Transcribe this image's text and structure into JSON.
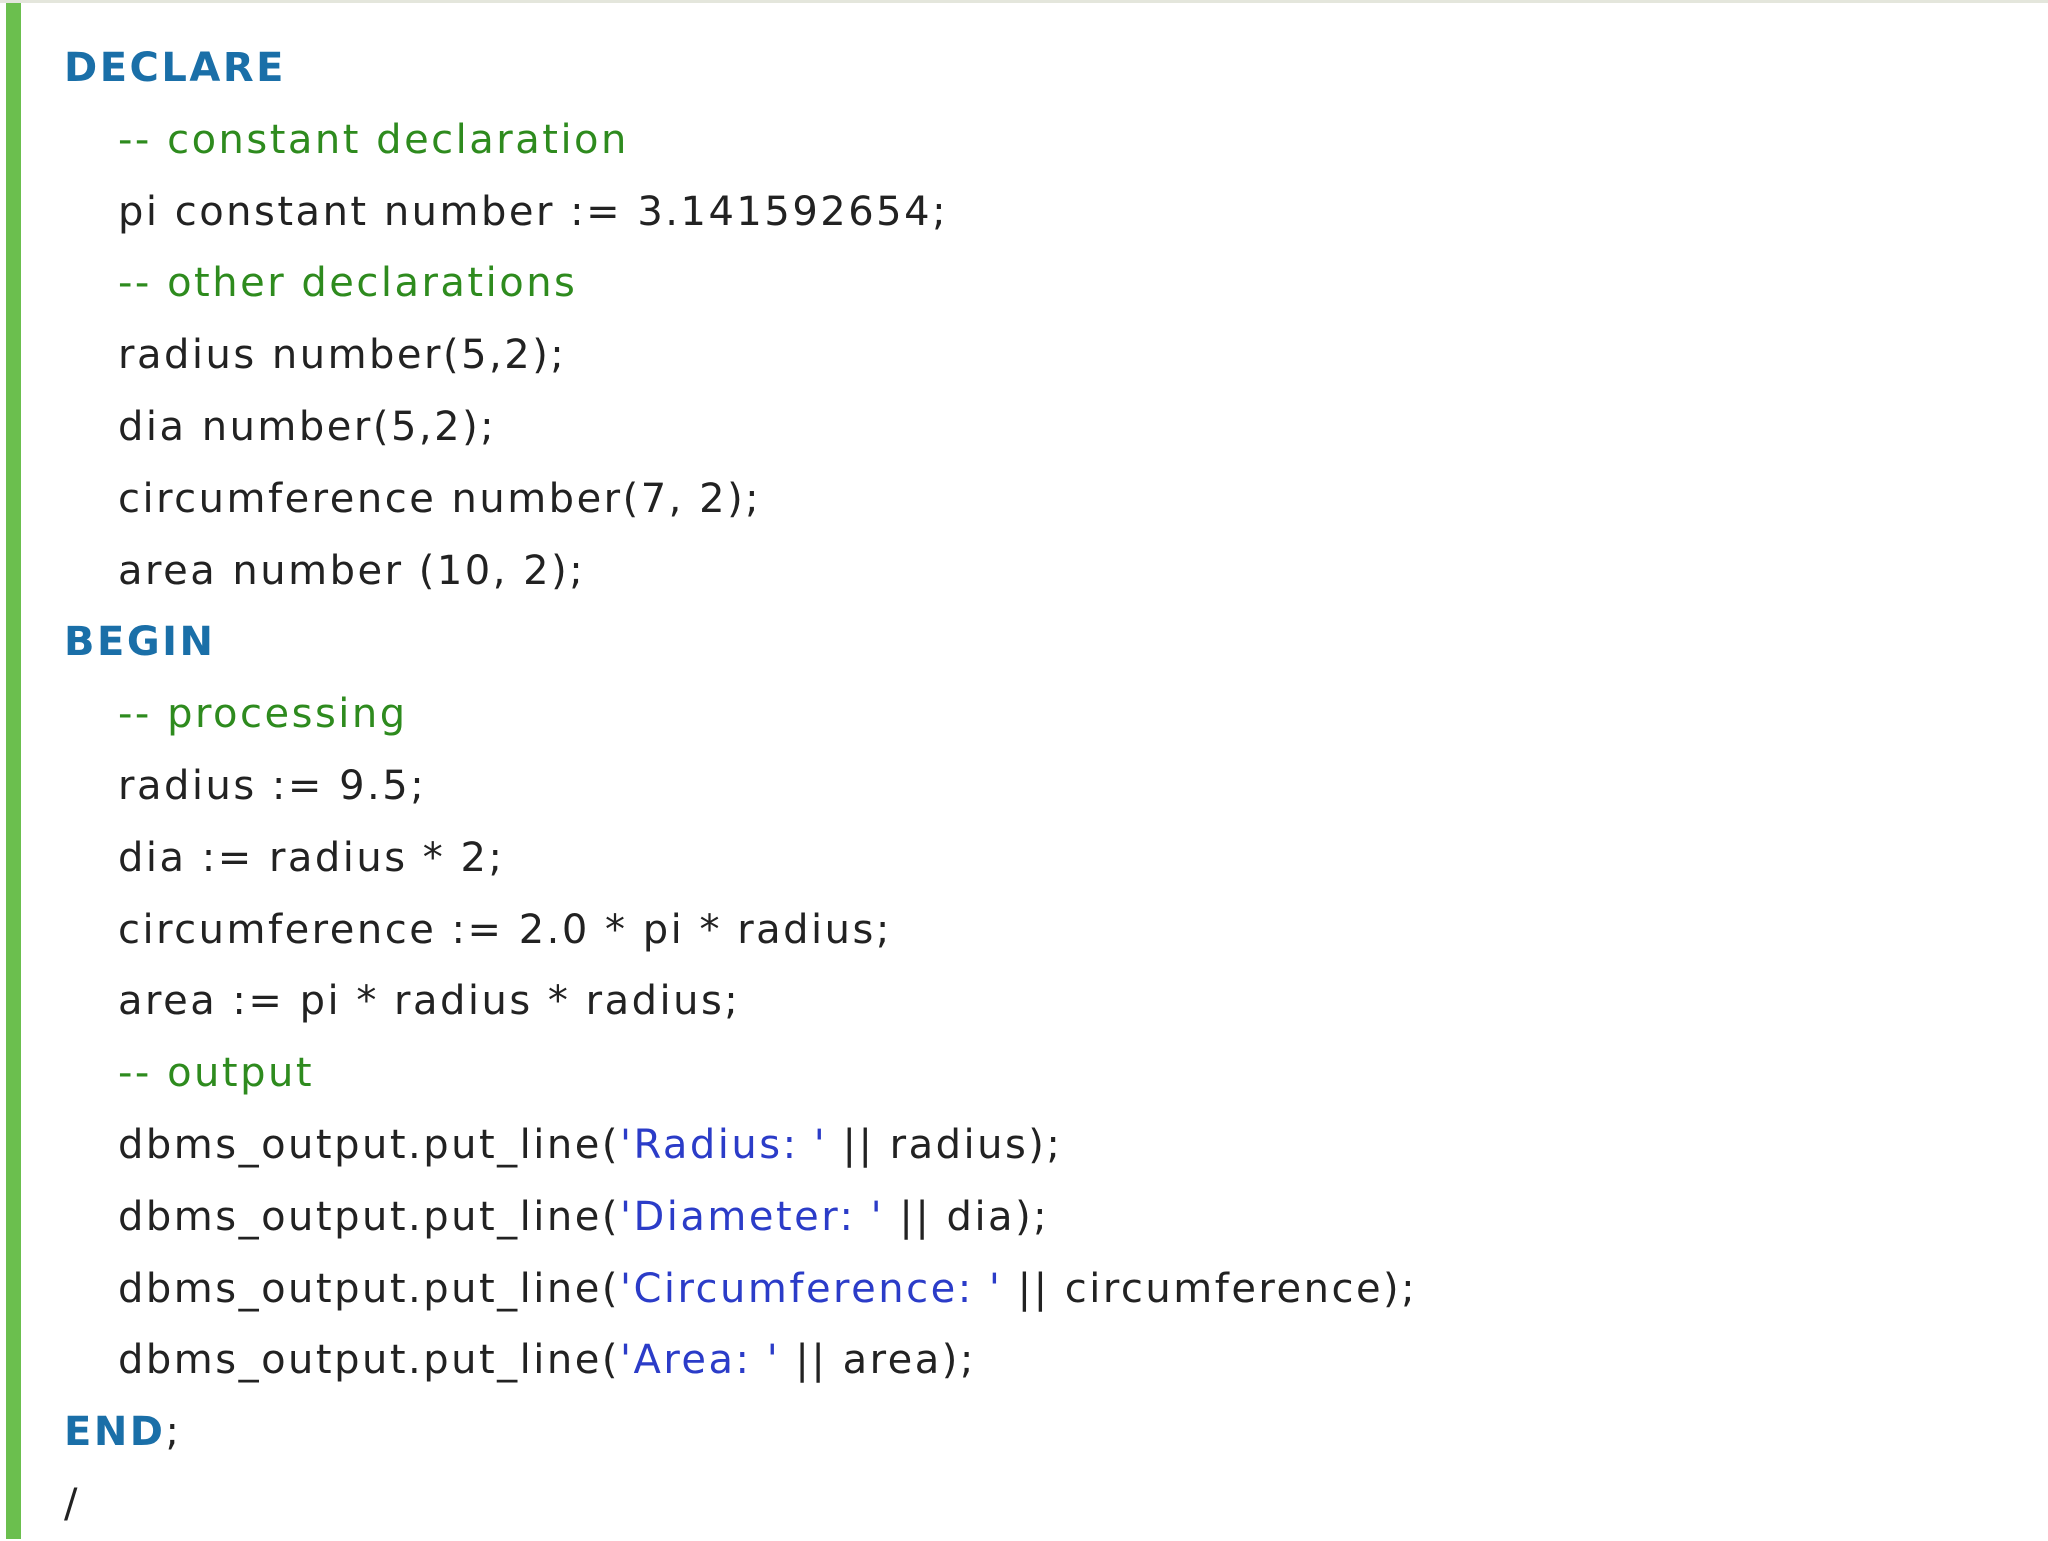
{
  "code": {
    "declare_keyword": "DECLARE",
    "comment_constant": "-- constant declaration",
    "line_pi": "pi constant number := 3.141592654;",
    "comment_other": "-- other declarations",
    "line_radius_decl": "radius number(5,2);",
    "line_dia_decl": "dia number(5,2);",
    "line_circumference_decl": "circumference number(7, 2);",
    "line_area_decl": "area number (10, 2);",
    "begin_keyword": "BEGIN",
    "comment_processing": "-- processing",
    "line_radius_assign": "radius := 9.5;",
    "line_dia_assign": "dia := radius * 2;",
    "line_circumference_assign": "circumference := 2.0 * pi * radius;",
    "line_area_assign": "area := pi * radius * radius;",
    "comment_output": "-- output",
    "put_line_call": "dbms_output.put_line(",
    "output_radius": {
      "string": "'Radius: '",
      "rest": " || radius);"
    },
    "output_diameter": {
      "string": "'Diameter: '",
      "rest": " || dia);"
    },
    "output_circumference": {
      "string": "'Circumference: '",
      "rest": " || circumference);"
    },
    "output_area": {
      "string": "'Area: '",
      "rest": " || area);"
    },
    "end_keyword": "END",
    "end_semicolon": ";",
    "terminator": "/"
  },
  "colors": {
    "accent_bar": "#6bbf4e",
    "keyword": "#1a6fa8",
    "comment": "#2e8b1e",
    "string": "#2b3cc8",
    "text": "#222222"
  }
}
